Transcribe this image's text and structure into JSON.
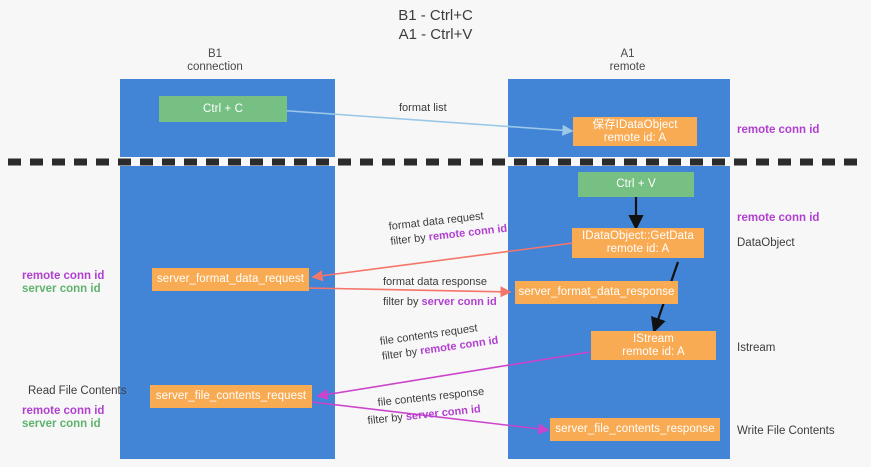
{
  "title": "B1 - Ctrl+C\nA1 - Ctrl+V",
  "columns": {
    "left": "B1\nconnection",
    "right": "A1\nremote"
  },
  "boxes": {
    "ctrl_c": "Ctrl + C",
    "save_idataobject": "保存IDataObject\nremote id: A",
    "ctrl_v": "Ctrl + V",
    "idataobject_getdata": "IDataObject::GetData\nremote id: A",
    "server_format_data_request": "server_format_data_request",
    "server_format_data_response": "server_format_data_response",
    "istream": "IStream\nremote id: A",
    "server_file_contents_request": "server_file_contents_request",
    "server_file_contents_response": "server_file_contents_response"
  },
  "edge_labels": {
    "format_list": "format list",
    "format_data_request": "format data request",
    "format_data_request_filter_prefix": "filter by ",
    "format_data_request_filter_key": "remote conn id",
    "format_data_response": "format data response",
    "format_data_response_filter_prefix": "filter by ",
    "format_data_response_filter_key": "server conn id",
    "file_contents_request": "file contents request",
    "file_contents_request_filter_prefix": "filter by ",
    "file_contents_request_filter_key": "remote conn id",
    "file_contents_response": "file contents response",
    "file_contents_response_filter_prefix": "filter by ",
    "file_contents_response_filter_key": "server conn id"
  },
  "side_labels": {
    "remote_conn_id_top": "remote conn id",
    "remote_conn_id_mid": "remote conn id",
    "dataobject": "DataObject",
    "istream": "Istream",
    "write_file_contents": "Write File Contents"
  },
  "left_labels": {
    "remote_conn_id": "remote conn id",
    "server_conn_id": "server conn id",
    "read_file_contents": "Read File Contents",
    "remote_conn_id_2": "remote conn id",
    "server_conn_id_2": "server conn id"
  },
  "colors": {
    "lane": "#4285d6",
    "green_box": "#76c083",
    "orange_box": "#f9ab54",
    "purple": "#b23fd0",
    "green_text": "#5fb36e",
    "red_arrow": "#f4766a",
    "magenta_arrow": "#cc44cc",
    "blue_arrow": "#9cc8e8",
    "black_arrow": "#000000",
    "divider": "#2b2b2b"
  }
}
